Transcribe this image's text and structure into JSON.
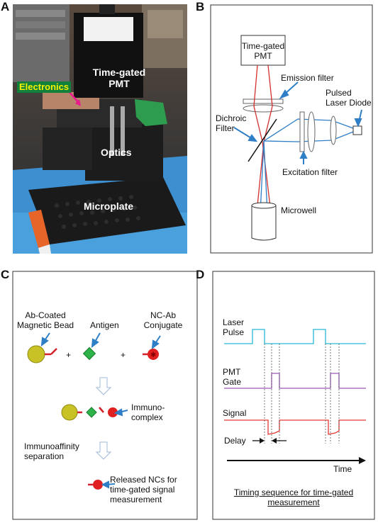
{
  "panels": {
    "a": {
      "letter": "A",
      "labels": {
        "pmt": "Time-gated\nPMT",
        "electronics": "Electronics",
        "optics": "Optics",
        "microplate": "Microplate"
      }
    },
    "b": {
      "letter": "B",
      "labels": {
        "pmt": "Time-gated\nPMT",
        "emission_filter": "Emission filter",
        "pulsed_laser": "Pulsed\nLaser Diode",
        "dichroic": "Dichroic\nFilter",
        "excitation_filter": "Excitation filter",
        "microwell": "Microwell"
      }
    },
    "c": {
      "letter": "C",
      "labels": {
        "magnetic_bead": "Ab-Coated\nMagnetic Bead",
        "antigen": "Antigen",
        "conjugate": "NC-Ab\nConjugate",
        "plus": "+",
        "immunocomplex": "Immuno-\ncomplex",
        "separation": "Immunoaffinity\nseparation",
        "released": "Released NCs for\ntime-gated signal\nmeasurement"
      }
    },
    "d": {
      "letter": "D",
      "labels": {
        "laser_pulse": "Laser\nPulse",
        "pmt_gate": "PMT\nGate",
        "signal": "Signal",
        "delay": "Delay",
        "time": "Time",
        "caption": "Timing sequence for time-gated\nmeasurement"
      }
    }
  },
  "colors": {
    "blue_arrow": "#2f7fc7",
    "laser_trace": "#29b6d6",
    "gate_trace": "#9b59b6",
    "signal_trace": "#e53935",
    "bead": "#c9c227",
    "antigen": "#2db34a",
    "nc": "#e02020",
    "antibody": "#d4202a"
  }
}
